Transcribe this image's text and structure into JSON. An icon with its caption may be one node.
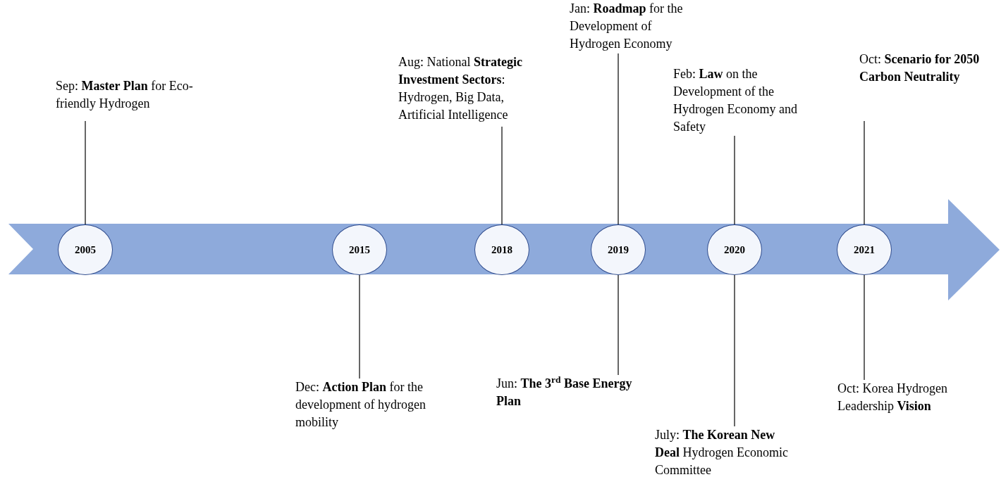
{
  "diagram": {
    "nodes": [
      {
        "text": [
          "2005"
        ]
      },
      {
        "text": [
          "2015"
        ]
      },
      {
        "text": [
          "2018"
        ]
      },
      {
        "text": [
          "2019"
        ]
      },
      {
        "text": [
          "2020"
        ]
      },
      {
        "text": [
          "2021"
        ]
      },
      {
        "text": [
          "Sep: **Master Plan** for Eco-friendly Hydrogen"
        ]
      },
      {
        "text": [
          "Dec: **Action Plan** for the development of hydrogen mobility"
        ]
      },
      {
        "text": [
          "Aug: National **Strategic Investment Sectors**: Hydrogen, Big Data, Artificial Intelligence"
        ]
      },
      {
        "text": [
          "Jan: **Roadmap** for the Development of Hydrogen Economy"
        ]
      },
      {
        "text": [
          "Jun: **The 3**$^{rd}$ **Base Energy Plan**"
        ]
      },
      {
        "text": [
          "Feb: **Law** on the Development of the Hydrogen Economy and Safety"
        ]
      },
      {
        "text": [
          "July: **The Korean New Deal** Hydrogen Economic Committee"
        ]
      },
      {
        "text": [
          "Oct: **Scenario for 2050 Carbon Neutrality**"
        ]
      },
      {
        "text": [
          "Oct: Korea Hydrogen Leadership **Vision**"
        ]
      }
    ],
    "edges": [
      {
        "from": 0,
        "to": 6,
        "arrow": "none"
      },
      {
        "from": 1,
        "to": 7,
        "arrow": "none"
      },
      {
        "from": 2,
        "to": 8,
        "arrow": "none"
      },
      {
        "from": 3,
        "to": 9,
        "arrow": "none"
      },
      {
        "from": 3,
        "to": 10,
        "arrow": "none"
      },
      {
        "from": 4,
        "to": 11,
        "arrow": "none"
      },
      {
        "from": 4,
        "to": 12,
        "arrow": "none"
      },
      {
        "from": 5,
        "to": 13,
        "arrow": "none"
      },
      {
        "from": 5,
        "to": 14,
        "arrow": "none"
      }
    ]
  }
}
